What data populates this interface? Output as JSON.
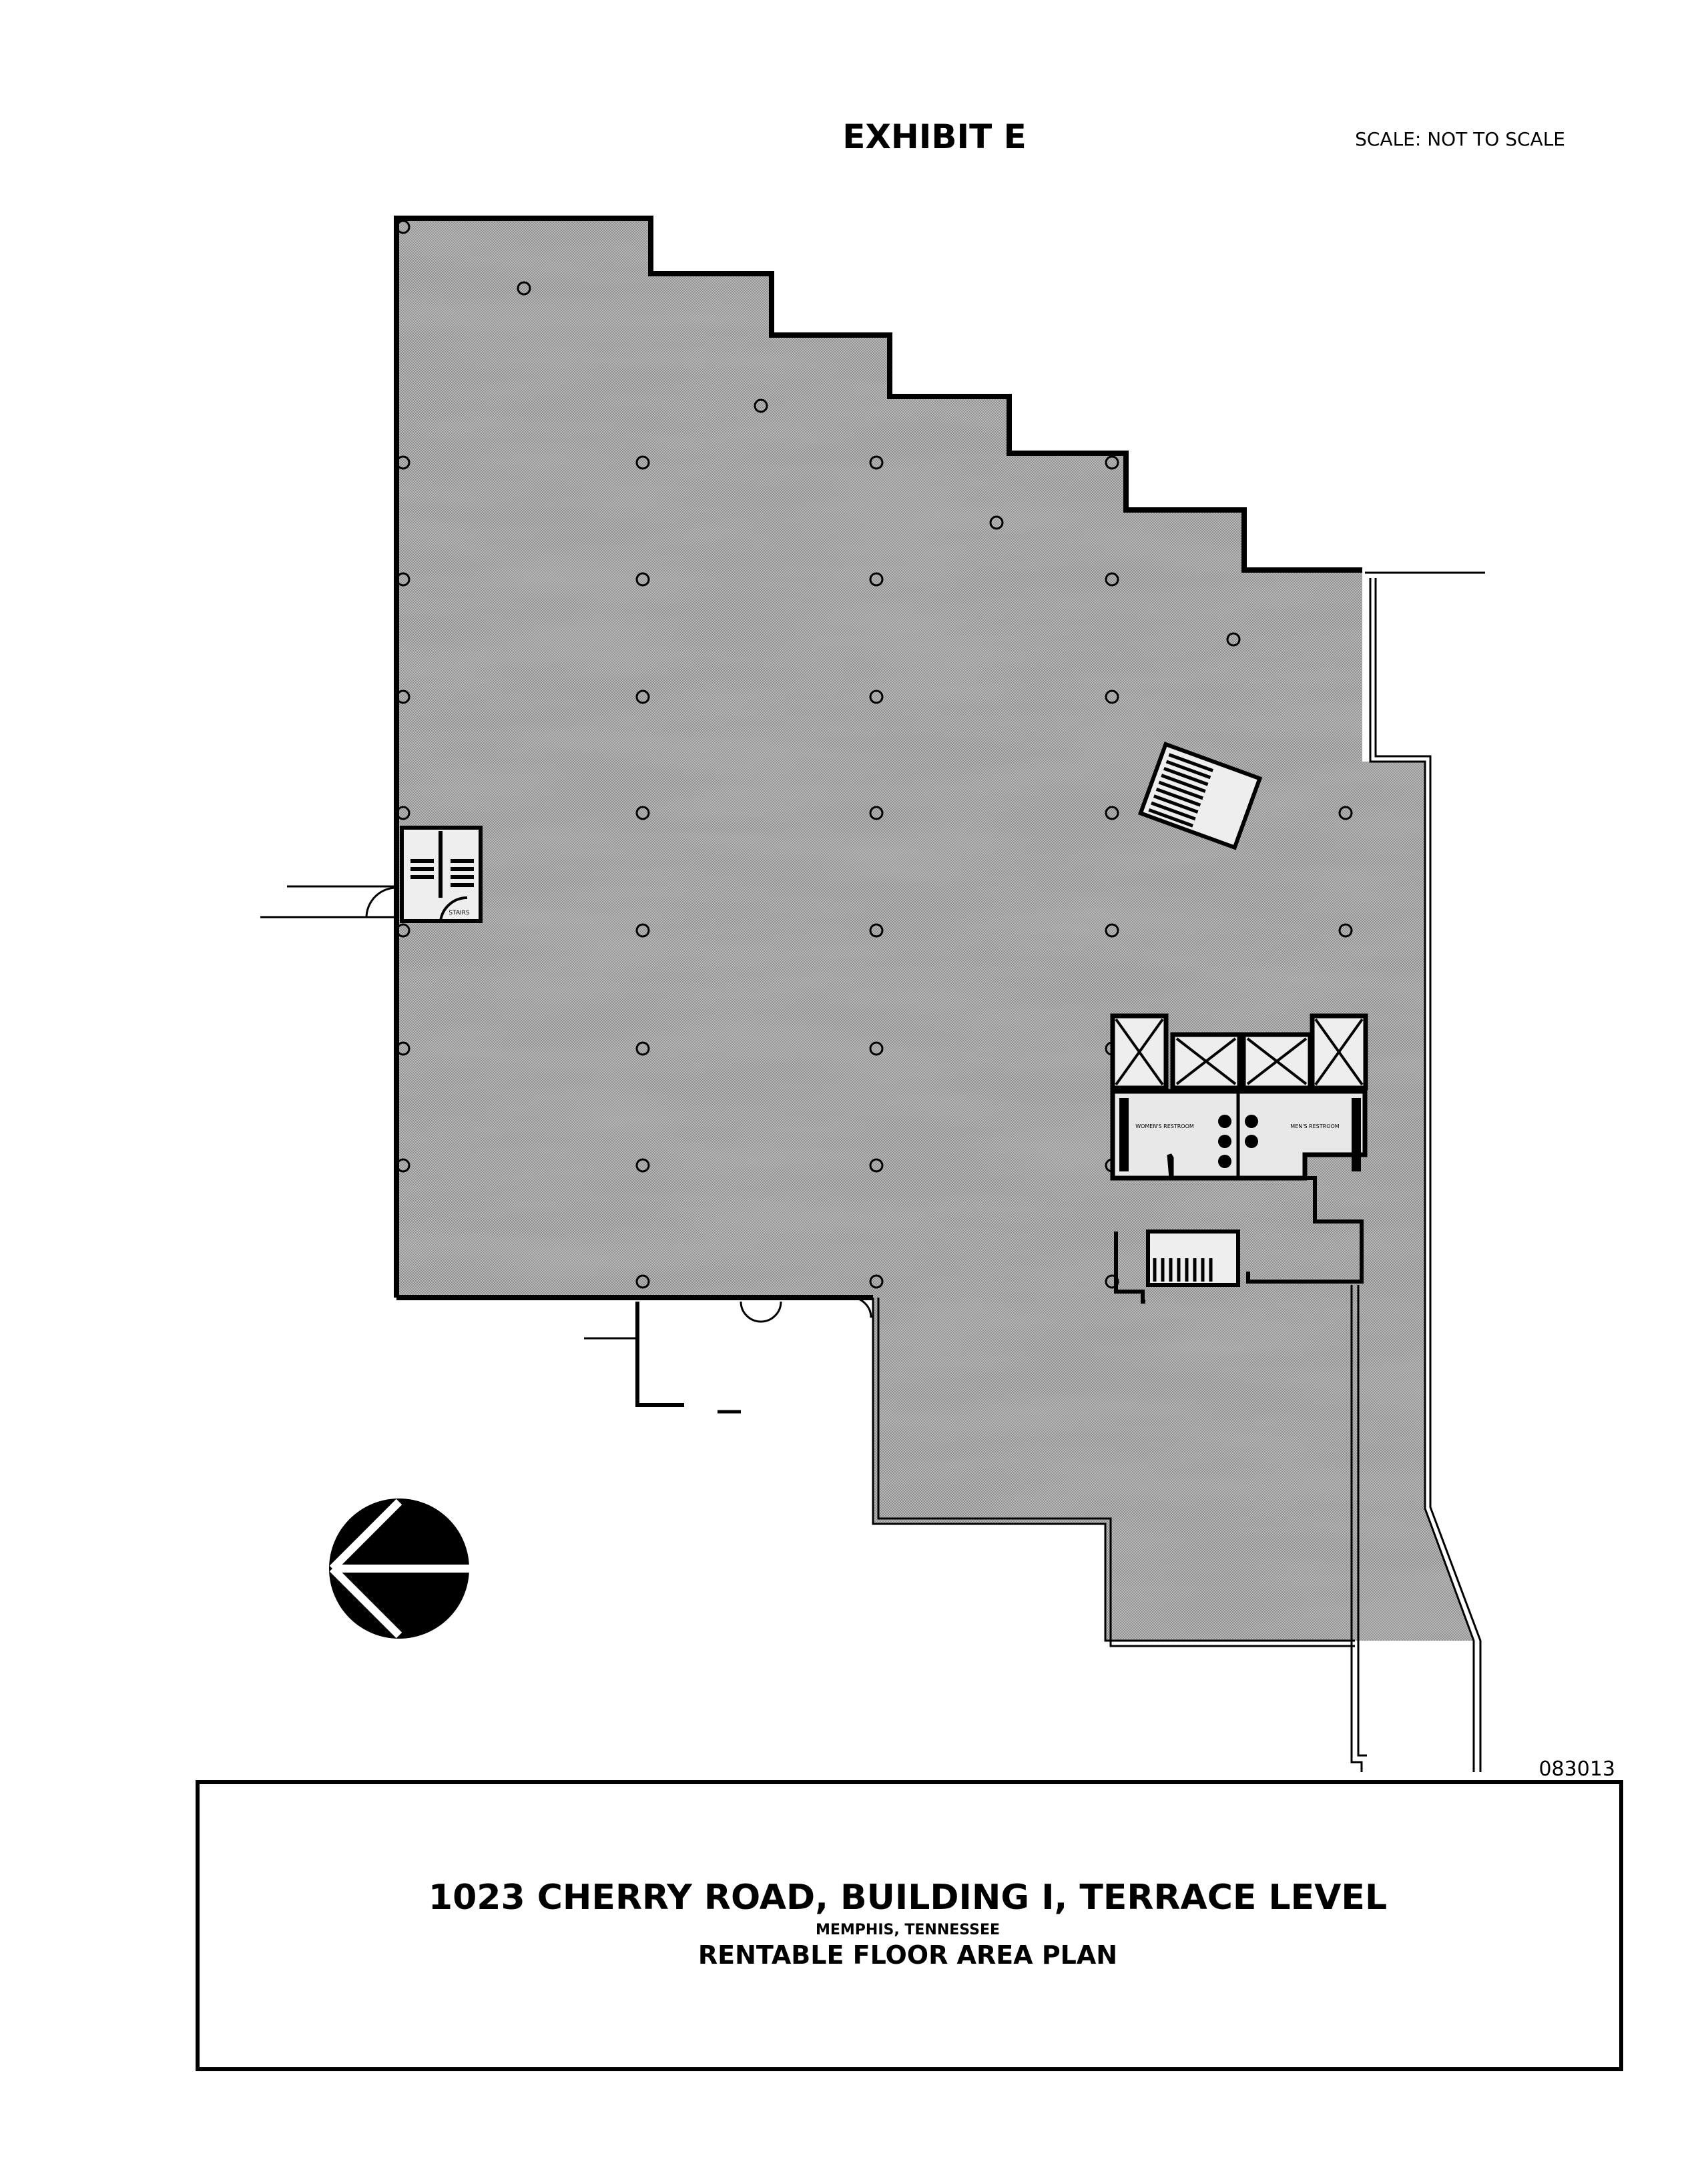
{
  "header": {
    "exhibit": "EXHIBIT  E",
    "scale": "SCALE: NOT TO SCALE"
  },
  "plan": {
    "labels": {
      "stairs_west": "STAIRS",
      "restroom_women": "WOMEN'S RESTROOM",
      "restroom_men": "MEN'S RESTROOM"
    },
    "drawing_number": "083013"
  },
  "title_block": {
    "title": "1023 CHERRY ROAD, BUILDING I, TERRACE LEVEL",
    "location": "MEMPHIS, TENNESSEE",
    "subtitle": "RENTABLE FLOOR AREA PLAN"
  },
  "colors": {
    "shading": "#a3a3a3",
    "line": "#000000"
  }
}
